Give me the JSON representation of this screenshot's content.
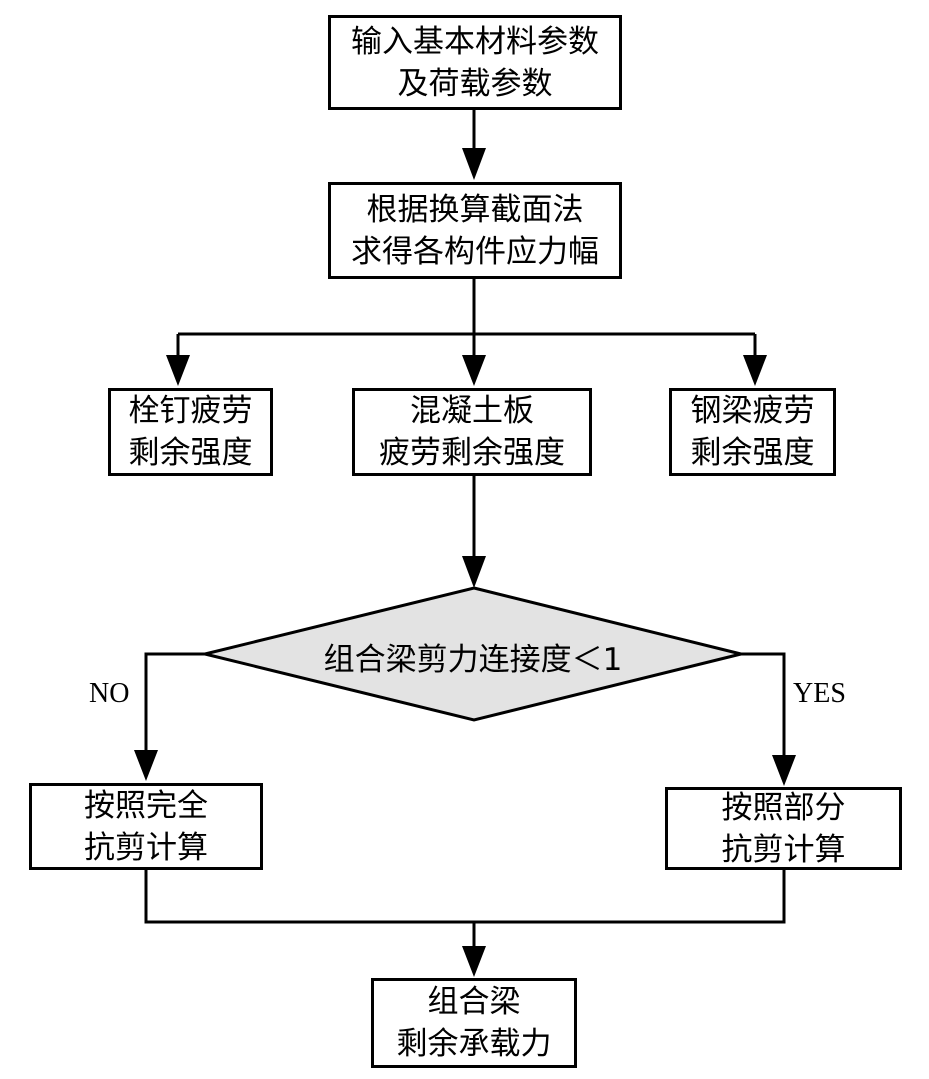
{
  "nodes": {
    "input": {
      "line1": "输入基本材料参数",
      "line2": "及荷载参数"
    },
    "stress": {
      "line1": "根据换算截面法",
      "line2": "求得各构件应力幅"
    },
    "stud": {
      "line1": "栓钉疲劳",
      "line2": "剩余强度"
    },
    "concrete": {
      "line1": "混凝土板",
      "line2": "疲劳剩余强度"
    },
    "steel": {
      "line1": "钢梁疲劳",
      "line2": "剩余强度"
    },
    "decision": {
      "text": "组合梁剪力连接度＜1"
    },
    "full": {
      "line1": "按照完全",
      "line2": "抗剪计算"
    },
    "partial": {
      "line1": "按照部分",
      "line2": "抗剪计算"
    },
    "result": {
      "line1": "组合梁",
      "line2": "剩余承载力"
    }
  },
  "edges": {
    "no_label": "NO",
    "yes_label": "YES"
  },
  "colors": {
    "decision_fill": "#e3e3e3",
    "stroke": "#000000"
  }
}
